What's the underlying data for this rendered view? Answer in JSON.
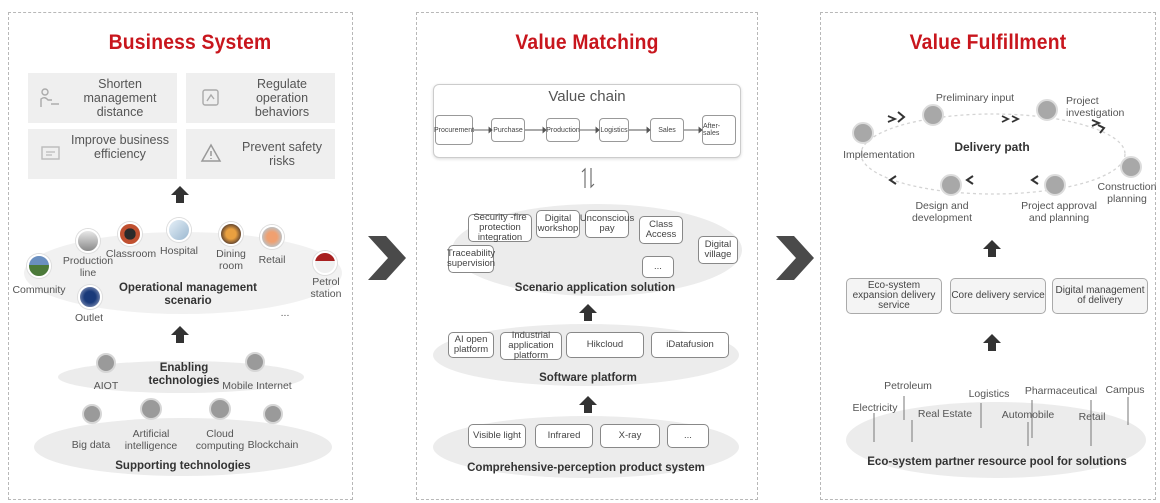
{
  "business_system": {
    "title": "Business System",
    "benefits": [
      "Shorten management distance",
      "Regulate operation behaviors",
      "Improve business efficiency",
      "Prevent safety risks"
    ],
    "scenarios": [
      "Community",
      "Production line",
      "Classroom",
      "Hospital",
      "Dining room",
      "Retail",
      "Petrol station",
      "Outlet",
      "..."
    ],
    "scenario_label": "Operational management scenario",
    "enabling_label": "Enabling technologies",
    "enabling_items": [
      "AIOT",
      "Mobile Internet"
    ],
    "supporting_items": [
      "Big data",
      "Artificial intelligence",
      "Cloud computing",
      "Blockchain"
    ],
    "supporting_label": "Supporting technologies"
  },
  "value_matching": {
    "title": "Value Matching",
    "value_chain_label": "Value chain",
    "value_chain_steps": [
      "Procurement",
      "Purchase",
      "Production",
      "Logistics",
      "Sales",
      "After-sales"
    ],
    "scenario_apps": [
      "Security -fire protection integration",
      "Digital workshop",
      "Unconscious pay",
      "Class Access",
      "Traceability supervision",
      "Digital village",
      "..."
    ],
    "scenario_label": "Scenario application solution",
    "software_items": [
      "AI open platform",
      "Industrial application platform",
      "Hikcloud",
      "iDatafusion"
    ],
    "software_label": "Software platform",
    "perception_items": [
      "Visible light",
      "Infrared",
      "X-ray",
      "..."
    ],
    "perception_label": "Comprehensive-perception product system"
  },
  "value_fulfillment": {
    "title": "Value Fulfillment",
    "path_steps": [
      "Preliminary input",
      "Project investigation",
      "Construction planning",
      "Project approval and planning",
      "Design and development",
      "Implementation"
    ],
    "path_label": "Delivery path",
    "services": [
      "Eco-system expansion delivery service",
      "Core delivery service",
      "Digital management of delivery"
    ],
    "partners": [
      "Electricity",
      "Petroleum",
      "Real Estate",
      "Logistics",
      "Pharmaceutical",
      "Automobile",
      "Retail",
      "Campus"
    ],
    "partner_label": "Eco-system partner resource pool for solutions"
  },
  "colors": {
    "title_red": "#c8161d",
    "arrow_dark": "#333333",
    "panel_border": "#b8b8b8"
  }
}
